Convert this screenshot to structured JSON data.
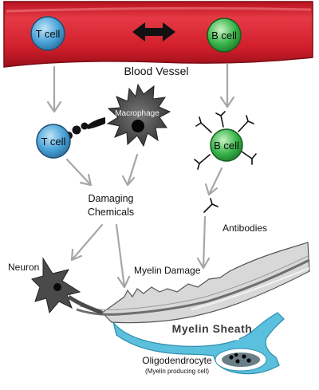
{
  "labels": {
    "t_cell_vessel": "T cell",
    "b_cell_vessel": "B cell",
    "blood_vessel": "Blood Vessel",
    "macrophage": "Macrophage",
    "t_cell": "T cell",
    "b_cell": "B cell",
    "damaging_line1": "Damaging",
    "damaging_line2": "Chemicals",
    "antibodies": "Antibodies",
    "neuron": "Neuron",
    "myelin_damage": "Myelin Damage",
    "myelin_sheath": "Myelin Sheath",
    "oligodendrocyte": "Oligodendrocyte",
    "oligo_note": "(Myelin producing cell)"
  },
  "colors": {
    "vessel": "#d7202f",
    "vessel_dark": "#8f0f18",
    "t_cell": "#4aa3d9",
    "b_cell": "#39b54a",
    "macrophage": "#4a4a4a",
    "neuron": "#4a4a4a",
    "myelin_blue": "#5bc0de",
    "axon_gray": "#bcbcbc",
    "arrow_gray": "#a6a6a6"
  },
  "icons": {
    "exchange": "double-arrow-icon"
  }
}
